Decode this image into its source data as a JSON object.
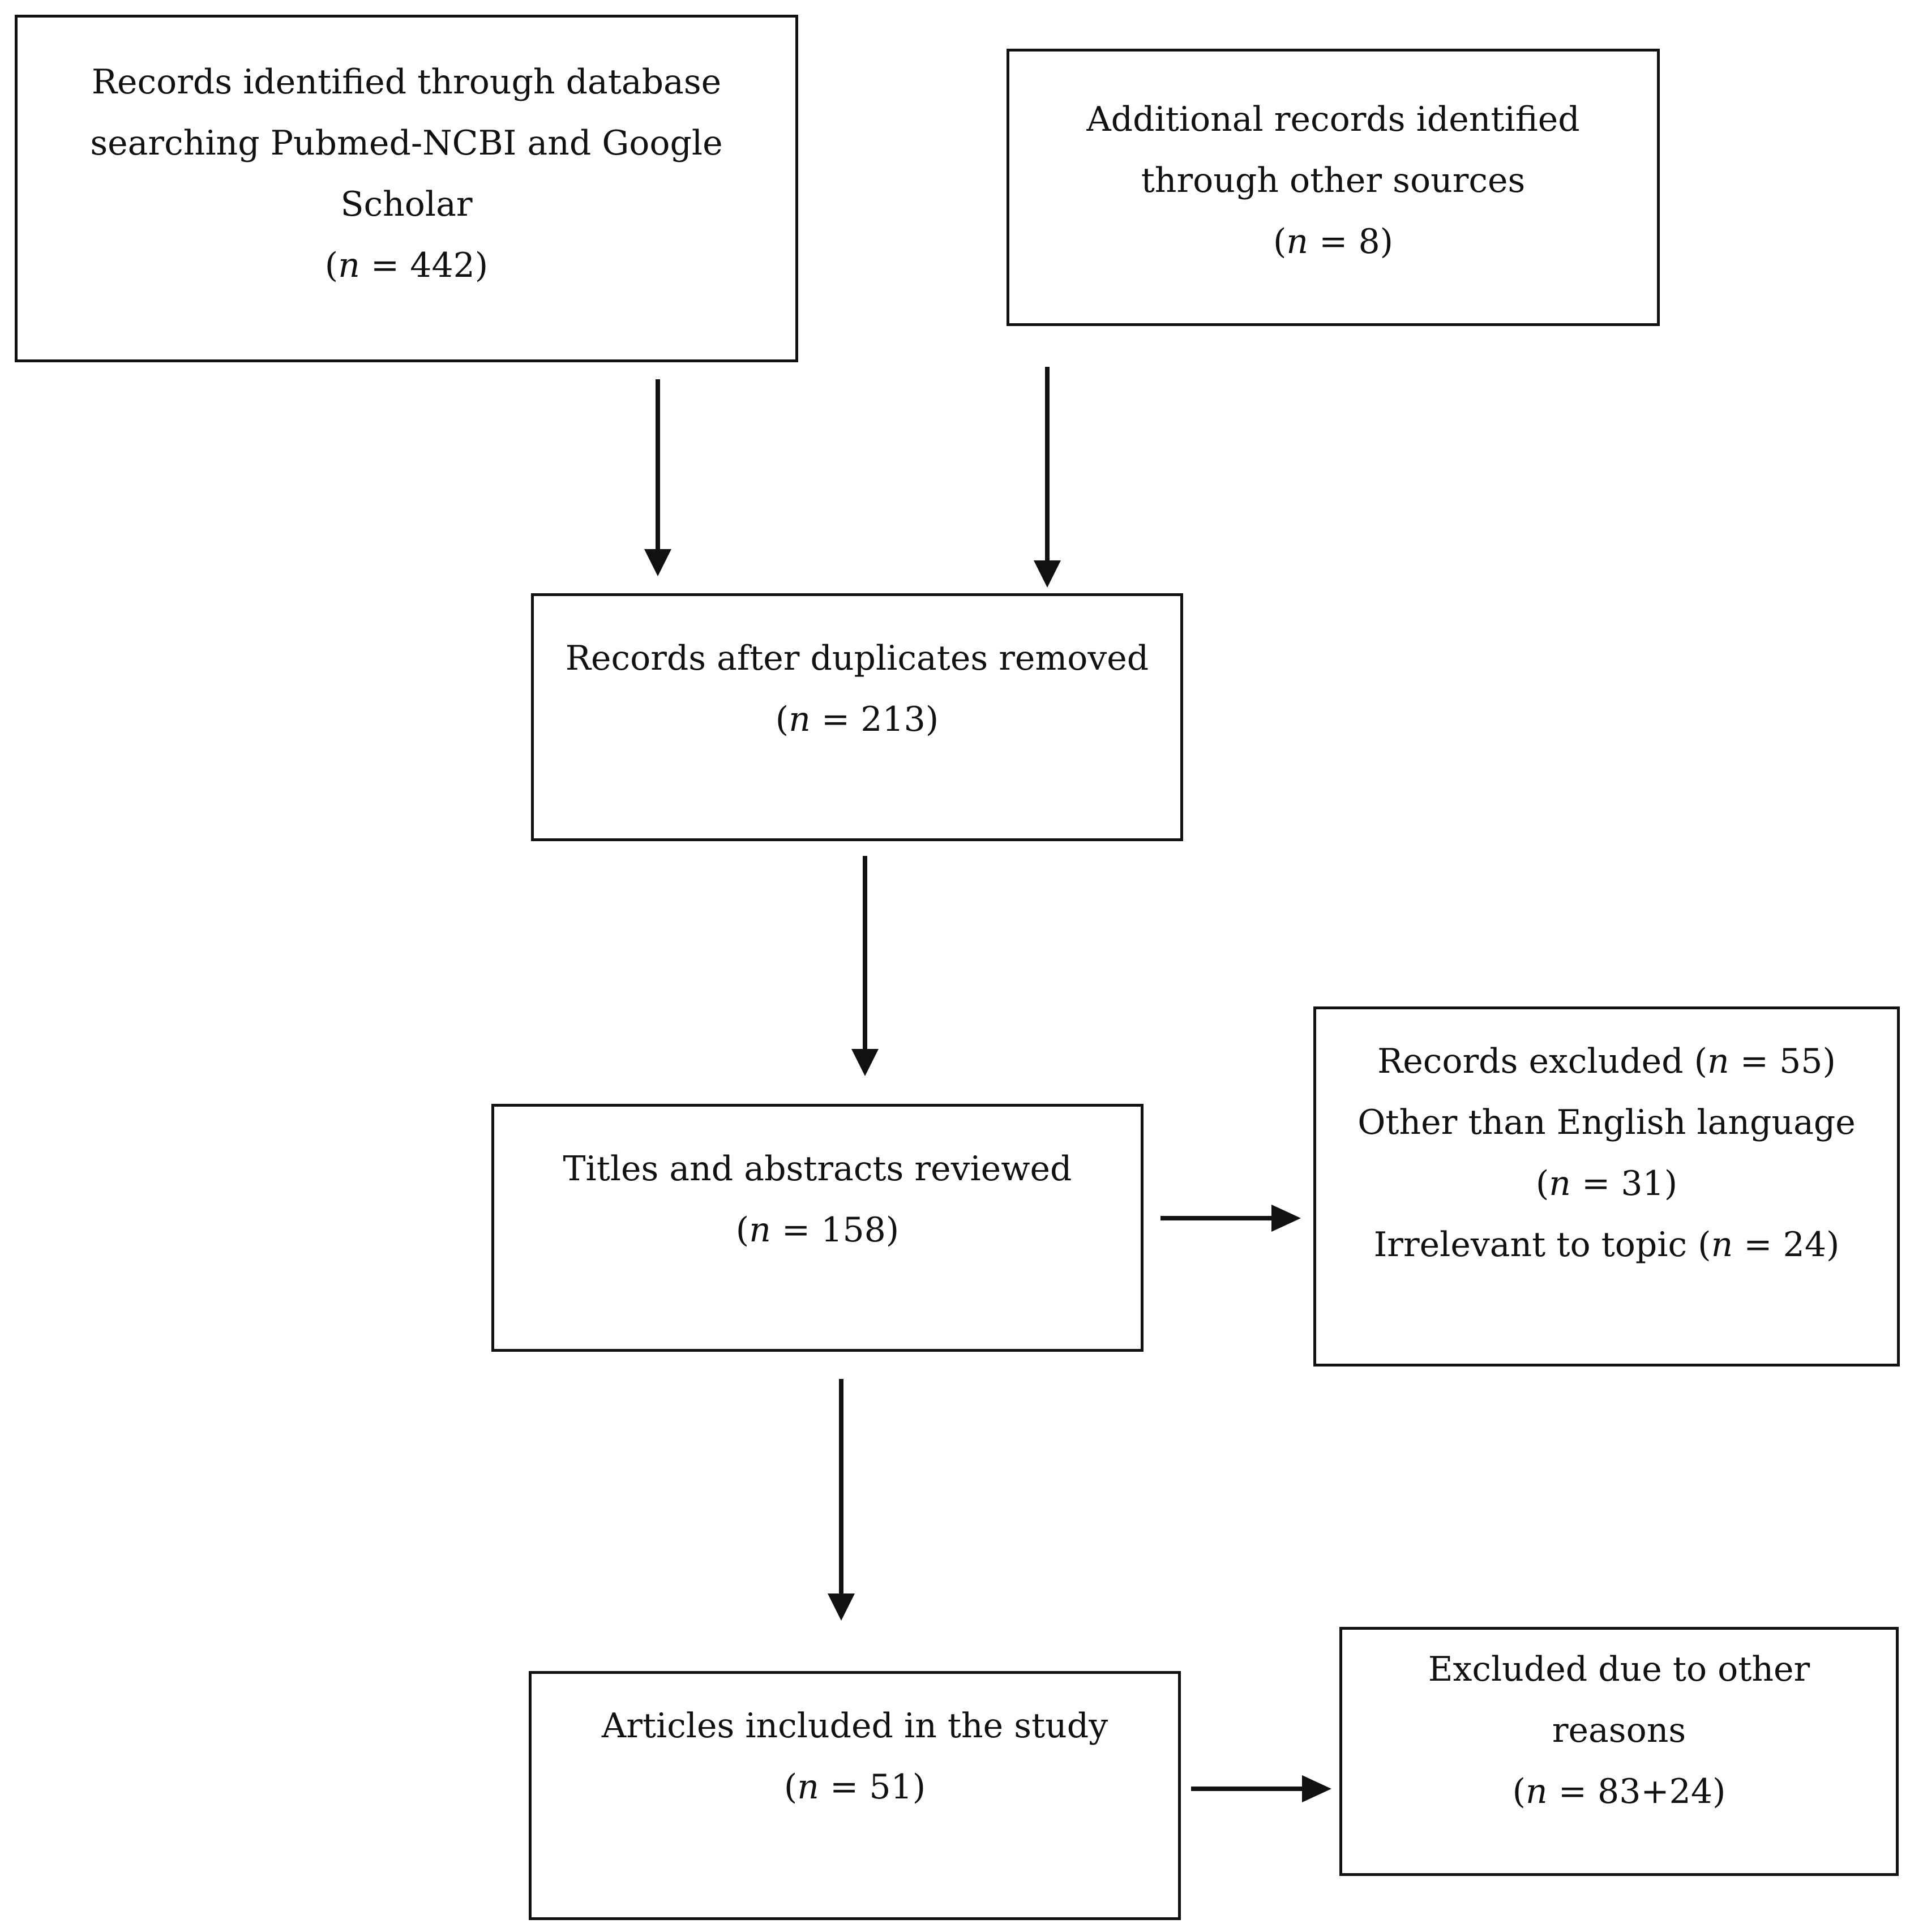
{
  "nodes": {
    "identified_db": {
      "lines": [
        "Records identified through database",
        "searching Pubmed-NCBI and Google",
        "Scholar"
      ],
      "count": {
        "open": "(",
        "n": "n",
        "rest": " = 442)"
      }
    },
    "identified_other": {
      "lines": [
        "Additional records identified",
        "through other sources"
      ],
      "count": {
        "open": "(",
        "n": "n",
        "rest": " = 8)"
      }
    },
    "after_duplicates": {
      "lines": [
        "Records after duplicates removed"
      ],
      "count": {
        "open": "(",
        "n": "n",
        "rest": " = 213)"
      }
    },
    "screened": {
      "lines": [
        "Titles and abstracts reviewed"
      ],
      "count": {
        "open": "(",
        "n": "n",
        "rest": " = 158)"
      }
    },
    "excluded": {
      "l1": {
        "pre": "Records excluded (",
        "n": "n",
        "rest": " = 55)"
      },
      "l2": "Other than English language",
      "l3": {
        "open": "(",
        "n": "n",
        "rest": " = 31)"
      },
      "l4": {
        "pre": "Irrelevant to topic (",
        "n": "n",
        "rest": " = 24)"
      }
    },
    "included": {
      "lines": [
        "Articles included in the study"
      ],
      "count": {
        "open": "(",
        "n": "n",
        "rest": " = 51)"
      }
    },
    "excluded_other": {
      "lines": [
        "Excluded due to other",
        "reasons"
      ],
      "count": {
        "open": "(",
        "n": "n",
        "rest": " = 83+24)"
      }
    }
  },
  "edges": [
    {
      "from": "identified_db",
      "to": "after_duplicates"
    },
    {
      "from": "identified_other",
      "to": "after_duplicates"
    },
    {
      "from": "after_duplicates",
      "to": "screened"
    },
    {
      "from": "screened",
      "to": "excluded"
    },
    {
      "from": "screened",
      "to": "included"
    },
    {
      "from": "included",
      "to": "excluded_other"
    }
  ]
}
